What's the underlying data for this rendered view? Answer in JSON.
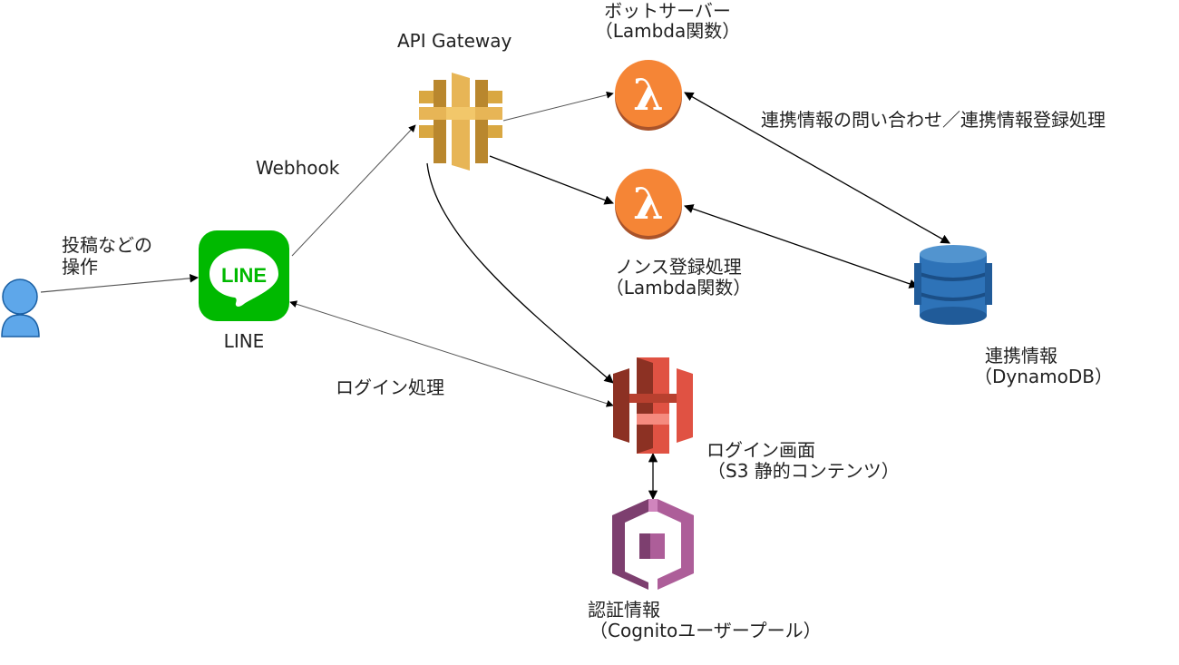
{
  "nodes": {
    "user": {
      "icon": "user-icon"
    },
    "line": {
      "label": "LINE",
      "logo_text": "LINE",
      "icon": "line-logo-icon",
      "color": "#00b900"
    },
    "api_gateway": {
      "label": "API Gateway",
      "icon": "api-gateway-icon",
      "color": "#d9a741"
    },
    "bot_server": {
      "label_line1": "ボットサーバー",
      "label_line2": "（Lambda関数）",
      "icon": "lambda-icon",
      "color": "#f58536"
    },
    "nonce": {
      "label_line1": "ノンス登録処理",
      "label_line2": "（Lambda関数）",
      "icon": "lambda-icon",
      "color": "#f58536"
    },
    "dynamo": {
      "label_line1": "連携情報",
      "label_line2": "（DynamoDB）",
      "icon": "dynamodb-icon",
      "color": "#2e73b8"
    },
    "s3": {
      "label_line1": "ログイン画面",
      "label_line2": "（S3 静的コンテンツ）",
      "icon": "s3-icon",
      "color": "#e05243"
    },
    "cognito": {
      "label_line1": "認証情報",
      "label_line2": "（Cognitoユーザープール）",
      "icon": "cognito-icon",
      "color": "#ad5e99"
    }
  },
  "edges": {
    "post_operation": "投稿などの\n操作",
    "webhook": "Webhook",
    "login_process": "ログイン処理",
    "link_info": "連携情報の問い合わせ／連携情報登録処理"
  }
}
